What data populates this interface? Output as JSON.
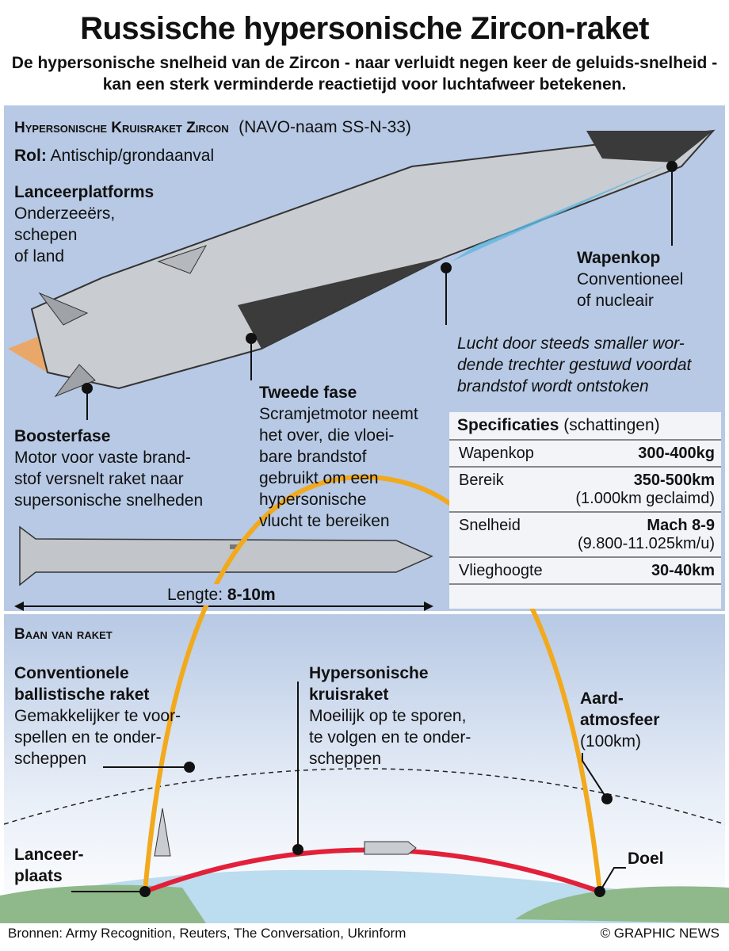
{
  "title": "Russische hypersonische Zircon-raket",
  "subtitle": "De hypersonische snelheid van de Zircon - naar verluidt negen keer de geluids-snelheid - kan een sterk verminderde reactietijd voor luchtafweer betekenen.",
  "top": {
    "section": "Hypersonische Kruisraket Zircon",
    "nato": "(NAVO-naam SS-N-33)",
    "role_label": "Rol:",
    "role": "Antischip/grondaanval",
    "platforms_title": "Lanceerplatforms",
    "platforms": [
      "Onderzeeërs,",
      "schepen",
      "of land"
    ],
    "warhead_title": "Wapenkop",
    "warhead": [
      "Conventioneel",
      "of nucleair"
    ],
    "air": [
      "Lucht door steeds smaller wor-",
      "dende trechter gestuwd voordat",
      "brandstof wordt ontstoken"
    ],
    "stage2_title": "Tweede fase",
    "stage2": [
      "Scramjetmotor neemt",
      "het over, die vloei-",
      "bare brandstof",
      "gebruikt om een",
      "hypersonische",
      "vlucht te bereiken"
    ],
    "booster_title": "Boosterfase",
    "booster": [
      "Motor voor vaste brand-",
      "stof versnelt raket naar",
      "supersonische snelheden"
    ],
    "length_label": "Lengte:",
    "length": "8-10m"
  },
  "specs": {
    "title": "Specificaties",
    "note": "(schattingen)",
    "rows": [
      {
        "label": "Wapenkop",
        "value": "300-400kg",
        "extra": ""
      },
      {
        "label": "Bereik",
        "value": "350-500km",
        "extra": "(1.000km geclaimd)"
      },
      {
        "label": "Snelheid",
        "value": "Mach 8-9",
        "extra": "(9.800-11.025km/u)"
      },
      {
        "label": "Vlieghoogte",
        "value": "30-40km",
        "extra": ""
      }
    ]
  },
  "bottom": {
    "section": "Baan van raket",
    "ballistic_title": [
      "Conventionele",
      "ballistische raket"
    ],
    "ballistic": [
      "Gemakkelijker te voor-",
      "spellen en te onder-",
      "scheppen"
    ],
    "hyper_title": [
      "Hypersonische",
      "kruisraket"
    ],
    "hyper": [
      "Moeilijk op te sporen,",
      "te volgen en te onder-",
      "scheppen"
    ],
    "atmo_title": [
      "Aard-",
      "atmosfeer"
    ],
    "atmo": "(100km)",
    "launch": [
      "Lanceer-",
      "plaats"
    ],
    "target": "Doel"
  },
  "footer": {
    "sources": "Bronnen: Army Recognition, Reuters, The Conversation, Ukrinform",
    "credit": "© GRAPHIC NEWS"
  },
  "colors": {
    "panel": "#b7c9e4",
    "ballistic": "#f2a91c",
    "hypersonic": "#e3203a"
  }
}
